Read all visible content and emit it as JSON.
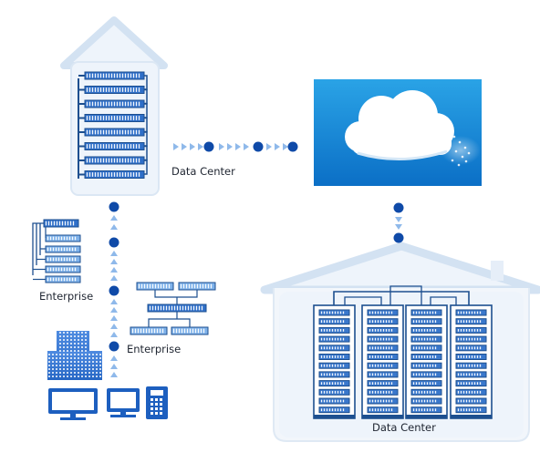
{
  "labels": {
    "data_center_link": "Data Center",
    "enterprise_left": "Enterprise",
    "enterprise_right": "Enterprise",
    "data_center_main": "Data Center"
  },
  "colors": {
    "house_fill": "#e9f1fa",
    "house_stroke": "#d3e2f2",
    "server_blue": "#1d4f8f",
    "dot_blue": "#0f4aa8",
    "arrow_light": "#8fb9ea",
    "cloud_sky_top": "#2aa3e6",
    "cloud_sky_bottom": "#0b6fc6"
  },
  "icons": {
    "cloud": "cloud-icon",
    "server_rack": "server-rack-icon",
    "network_switch": "network-switch-icon",
    "office_building": "office-building-icon",
    "desktop": "desktop-icon",
    "ip_phone": "ip-phone-icon"
  }
}
